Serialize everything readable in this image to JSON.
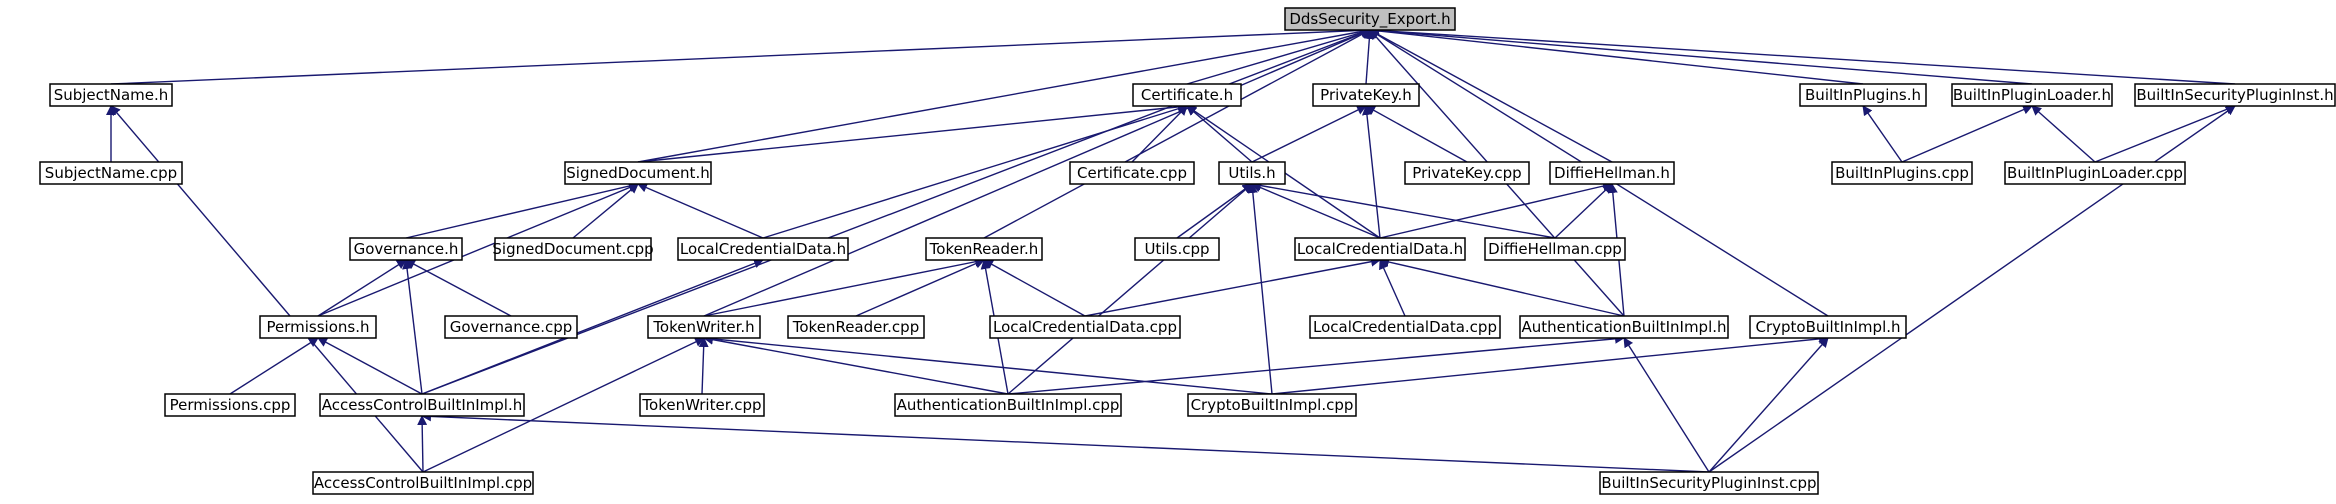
{
  "nodes": [
    {
      "id": "root",
      "label": "DdsSecurity_Export.h",
      "root": true
    },
    {
      "id": "subjectname_h",
      "label": "SubjectName.h"
    },
    {
      "id": "subjectname_cpp",
      "label": "SubjectName.cpp"
    },
    {
      "id": "certificate_h",
      "label": "Certificate.h"
    },
    {
      "id": "privatekey_h",
      "label": "PrivateKey.h"
    },
    {
      "id": "builtinplugins_h",
      "label": "BuiltInPlugins.h"
    },
    {
      "id": "builtinpluginloader_h",
      "label": "BuiltInPluginLoader.h"
    },
    {
      "id": "builtinsecuritypluginInst_h",
      "label": "BuiltInSecurityPluginInst.h"
    },
    {
      "id": "signeddocument_h",
      "label": "SignedDocument.h"
    },
    {
      "id": "certificate_cpp",
      "label": "Certificate.cpp"
    },
    {
      "id": "utils_h",
      "label": "Utils.h"
    },
    {
      "id": "privatekey_cpp",
      "label": "PrivateKey.cpp"
    },
    {
      "id": "diffiehellman_h",
      "label": "DiffieHellman.h"
    },
    {
      "id": "builtinplugins_cpp",
      "label": "BuiltInPlugins.cpp"
    },
    {
      "id": "builtinpluginloader_cpp",
      "label": "BuiltInPluginLoader.cpp"
    },
    {
      "id": "governance_h",
      "label": "Governance.h"
    },
    {
      "id": "signeddocument_cpp",
      "label": "SignedDocument.cpp"
    },
    {
      "id": "localcredentialdata_h_a",
      "label": "LocalCredentialData.h"
    },
    {
      "id": "tokenreader_h",
      "label": "TokenReader.h"
    },
    {
      "id": "utils_cpp",
      "label": "Utils.cpp"
    },
    {
      "id": "localcredentialdata_h_b",
      "label": "LocalCredentialData.h"
    },
    {
      "id": "diffiehellman_cpp",
      "label": "DiffieHellman.cpp"
    },
    {
      "id": "permissions_h",
      "label": "Permissions.h"
    },
    {
      "id": "governance_cpp",
      "label": "Governance.cpp"
    },
    {
      "id": "tokenwriter_h",
      "label": "TokenWriter.h"
    },
    {
      "id": "tokenreader_cpp",
      "label": "TokenReader.cpp"
    },
    {
      "id": "localcredentialdata_cpp_a",
      "label": "LocalCredentialData.cpp"
    },
    {
      "id": "localcredentialdata_cpp_b",
      "label": "LocalCredentialData.cpp"
    },
    {
      "id": "authenticationbuiltinimpl_h",
      "label": "AuthenticationBuiltInImpl.h"
    },
    {
      "id": "cryptobuiltinimpl_h",
      "label": "CryptoBuiltInImpl.h"
    },
    {
      "id": "permissions_cpp",
      "label": "Permissions.cpp"
    },
    {
      "id": "accesscontrolbuiltinimpl_h",
      "label": "AccessControlBuiltInImpl.h"
    },
    {
      "id": "tokenwriter_cpp",
      "label": "TokenWriter.cpp"
    },
    {
      "id": "authenticationbuiltinimpl_cpp",
      "label": "AuthenticationBuiltInImpl.cpp"
    },
    {
      "id": "cryptobuiltinimpl_cpp",
      "label": "CryptoBuiltInImpl.cpp"
    },
    {
      "id": "accesscontrolbuiltinimpl_cpp",
      "label": "AccessControlBuiltInImpl.cpp"
    },
    {
      "id": "builtinsecuritypluginInst_cpp",
      "label": "BuiltInSecurityPluginInst.cpp"
    }
  ],
  "edges": [
    [
      "subjectname_h",
      "root"
    ],
    [
      "certificate_h",
      "root"
    ],
    [
      "privatekey_h",
      "root"
    ],
    [
      "builtinplugins_h",
      "root"
    ],
    [
      "builtinpluginloader_h",
      "root"
    ],
    [
      "builtinsecuritypluginInst_h",
      "root"
    ],
    [
      "signeddocument_h",
      "root"
    ],
    [
      "diffiehellman_h",
      "root"
    ],
    [
      "tokenreader_h",
      "root"
    ],
    [
      "tokenwriter_h",
      "root"
    ],
    [
      "accesscontrolbuiltinimpl_h",
      "root"
    ],
    [
      "authenticationbuiltinimpl_h",
      "root"
    ],
    [
      "cryptobuiltinimpl_h",
      "root"
    ],
    [
      "subjectname_cpp",
      "subjectname_h"
    ],
    [
      "accesscontrolbuiltinimpl_cpp",
      "subjectname_h"
    ],
    [
      "signeddocument_h",
      "certificate_h"
    ],
    [
      "certificate_cpp",
      "certificate_h"
    ],
    [
      "utils_h",
      "certificate_h"
    ],
    [
      "localcredentialdata_h_a",
      "certificate_h"
    ],
    [
      "localcredentialdata_h_b",
      "certificate_h"
    ],
    [
      "utils_h",
      "privatekey_h"
    ],
    [
      "privatekey_cpp",
      "privatekey_h"
    ],
    [
      "localcredentialdata_h_b",
      "privatekey_h"
    ],
    [
      "builtinplugins_cpp",
      "builtinplugins_h"
    ],
    [
      "builtinplugins_cpp",
      "builtinpluginloader_h"
    ],
    [
      "builtinpluginloader_cpp",
      "builtinpluginloader_h"
    ],
    [
      "builtinpluginloader_cpp",
      "builtinsecuritypluginInst_h"
    ],
    [
      "builtinsecuritypluginInst_cpp",
      "builtinsecuritypluginInst_h"
    ],
    [
      "governance_h",
      "signeddocument_h"
    ],
    [
      "signeddocument_cpp",
      "signeddocument_h"
    ],
    [
      "localcredentialdata_h_a",
      "signeddocument_h"
    ],
    [
      "permissions_h",
      "signeddocument_h"
    ],
    [
      "utils_cpp",
      "utils_h"
    ],
    [
      "localcredentialdata_h_b",
      "utils_h"
    ],
    [
      "diffiehellman_cpp",
      "utils_h"
    ],
    [
      "authenticationbuiltinimpl_cpp",
      "utils_h"
    ],
    [
      "cryptobuiltinimpl_cpp",
      "utils_h"
    ],
    [
      "localcredentialdata_h_b",
      "diffiehellman_h"
    ],
    [
      "diffiehellman_cpp",
      "diffiehellman_h"
    ],
    [
      "authenticationbuiltinimpl_h",
      "diffiehellman_h"
    ],
    [
      "permissions_h",
      "governance_h"
    ],
    [
      "governance_cpp",
      "governance_h"
    ],
    [
      "accesscontrolbuiltinimpl_h",
      "governance_h"
    ],
    [
      "accesscontrolbuiltinimpl_h",
      "localcredentialdata_h_a"
    ],
    [
      "tokenwriter_h",
      "tokenreader_h"
    ],
    [
      "tokenreader_cpp",
      "tokenreader_h"
    ],
    [
      "localcredentialdata_cpp_a",
      "tokenreader_h"
    ],
    [
      "authenticationbuiltinimpl_cpp",
      "tokenreader_h"
    ],
    [
      "localcredentialdata_cpp_a",
      "localcredentialdata_h_b"
    ],
    [
      "localcredentialdata_cpp_b",
      "localcredentialdata_h_b"
    ],
    [
      "authenticationbuiltinimpl_h",
      "localcredentialdata_h_b"
    ],
    [
      "permissions_cpp",
      "permissions_h"
    ],
    [
      "accesscontrolbuiltinimpl_h",
      "permissions_h"
    ],
    [
      "tokenwriter_cpp",
      "tokenwriter_h"
    ],
    [
      "accesscontrolbuiltinimpl_cpp",
      "tokenwriter_h"
    ],
    [
      "authenticationbuiltinimpl_cpp",
      "tokenwriter_h"
    ],
    [
      "cryptobuiltinimpl_cpp",
      "tokenwriter_h"
    ],
    [
      "authenticationbuiltinimpl_cpp",
      "authenticationbuiltinimpl_h"
    ],
    [
      "builtinsecuritypluginInst_cpp",
      "authenticationbuiltinimpl_h"
    ],
    [
      "cryptobuiltinimpl_cpp",
      "cryptobuiltinimpl_h"
    ],
    [
      "builtinsecuritypluginInst_cpp",
      "cryptobuiltinimpl_h"
    ],
    [
      "accesscontrolbuiltinimpl_cpp",
      "accesscontrolbuiltinimpl_h"
    ],
    [
      "builtinsecuritypluginInst_cpp",
      "accesscontrolbuiltinimpl_h"
    ]
  ]
}
